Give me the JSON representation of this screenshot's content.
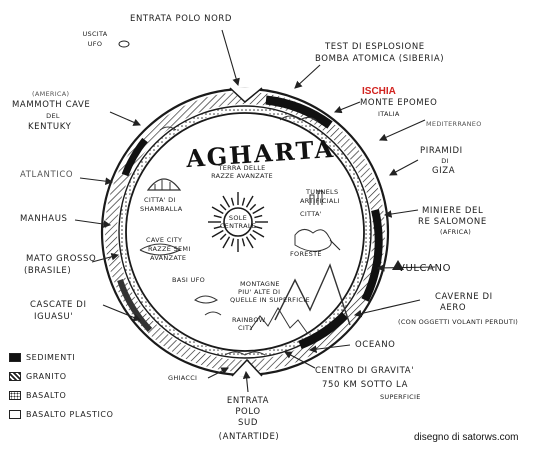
{
  "diagram": {
    "title": "AGHARTA",
    "subtitle_line1": "TERRA DELLE",
    "subtitle_line2": "RAZZE AVANZATE",
    "sun_label_line1": "SOLE",
    "sun_label_line2": "CENTRALE",
    "highlight_label": "ISCHIA",
    "highlight_color": "#d2231f",
    "credit": "disegno di satorws.com",
    "outer_labels": {
      "north_entrance": "ENTRATA POLO NORD",
      "ufo_exit_line1": "USCITA",
      "ufo_exit_line2": "UFO",
      "atomic_test_line1": "TEST DI ESPLOSIONE",
      "atomic_test_line2": "BOMBA ATOMICA (SIBERIA)",
      "epomeo_line1": "MONTE EPOMEO",
      "epomeo_line2": "ITALIA",
      "mediterranean": "MEDITERRANEO",
      "america": "(AMERICA)",
      "mammoth_line1": "MAMMOTH CAVE",
      "mammoth_line2": "DEL",
      "mammoth_line3": "KENTUKY",
      "pyramids_line1": "PIRAMIDI",
      "pyramids_line2": "DI",
      "pyramids_line3": "GIZA",
      "atlantic": "ATLANTICO",
      "solomon_line1": "MINIERE DEL",
      "solomon_line2": "RE SALOMONE",
      "solomon_line3": "(AFRICA)",
      "manhaus": "MANHAUS",
      "mato_grosso_line1": "MATO GROSSO",
      "mato_grosso_line2": "(BRASILE)",
      "vulcano": "VULCANO",
      "iguasu_line1": "CASCATE DI",
      "iguasu_line2": "IGUASU'",
      "aero_caves_line1": "CAVERNE DI",
      "aero_caves_line2": "AERO",
      "aero_caves_line3": "(CON OGGETTI VOLANTI PERDUTI)",
      "ocean": "OCEANO",
      "gravity_line1": "CENTRO DI GRAVITA'",
      "gravity_line2": "750 KM SOTTO LA",
      "gravity_line3": "SUPERFICIE",
      "ice": "GHIACCI",
      "south_line1": "ENTRATA",
      "south_line2": "POLO",
      "south_line3": "SUD",
      "south_line4": "(ANTARTIDE)"
    },
    "inner_labels": {
      "shamballa_line1": "CITTA' DI",
      "shamballa_line2": "SHAMBALLA",
      "cave_city_line1": "CAVE CITY",
      "cave_city_line2": "RAZZE SEMI",
      "cave_city_line3": "AVANZATE",
      "tunnels_line1": "TUNNELS",
      "tunnels_line2": "ARTIFICIALI",
      "city": "CITTA'",
      "forests": "FORESTE",
      "ufo_bases": "BASI UFO",
      "mountains_line1": "MONTAGNE",
      "mountains_line2": "PIU' ALTE DI",
      "mountains_line3": "QUELLE IN SUPERFICIE",
      "rainbow_city_line1": "RAINBOW",
      "rainbow_city_line2": "CITY"
    },
    "legend": [
      {
        "label": "SEDIMENTI",
        "icon": "solid-black-swatch"
      },
      {
        "label": "GRANITO",
        "icon": "hatched-swatch"
      },
      {
        "label": "BASALTO",
        "icon": "dotted-swatch"
      },
      {
        "label": "BASALTO PLASTICO",
        "icon": "empty-swatch"
      }
    ]
  }
}
